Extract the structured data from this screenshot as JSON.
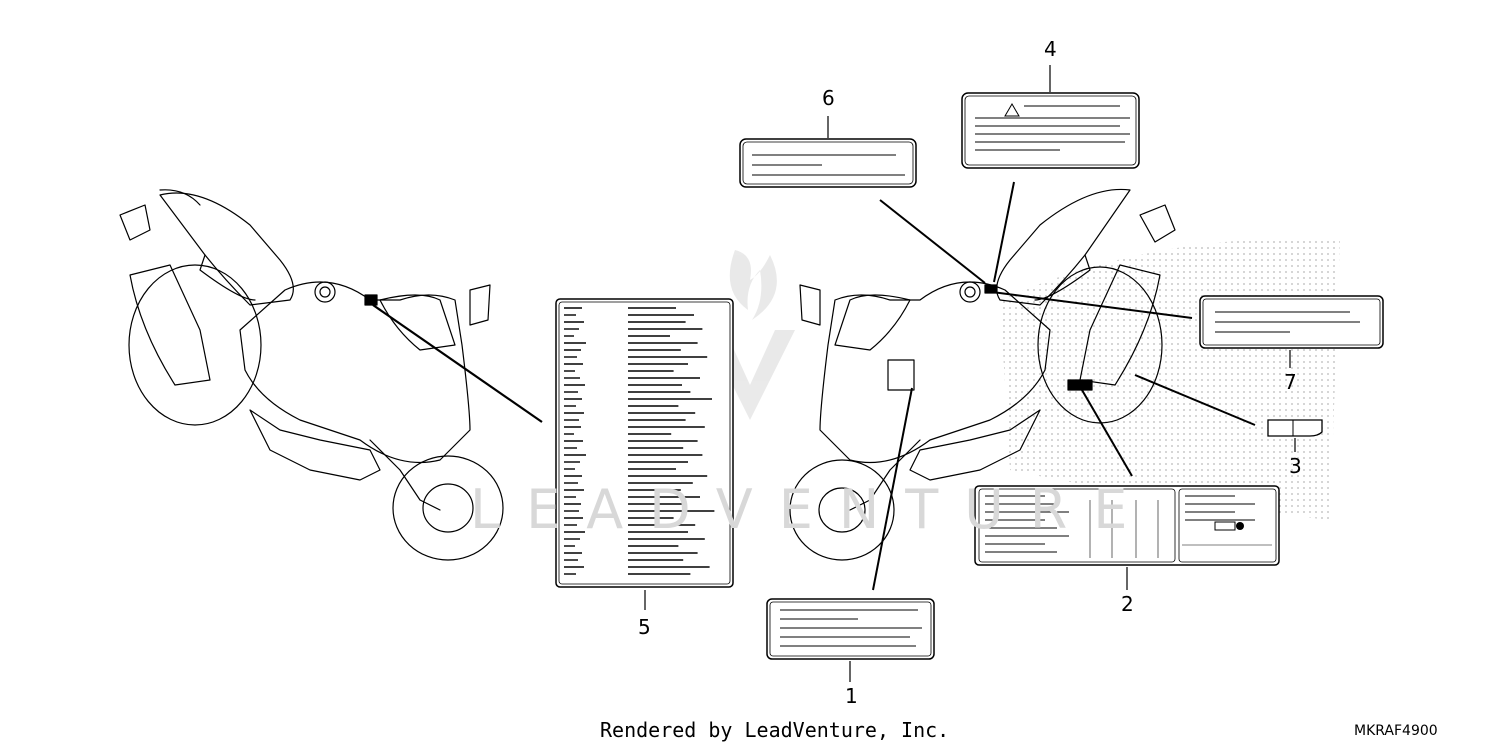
{
  "diagram": {
    "callouts": [
      {
        "id": "1",
        "label": "1"
      },
      {
        "id": "2",
        "label": "2"
      },
      {
        "id": "3",
        "label": "3"
      },
      {
        "id": "4",
        "label": "4"
      },
      {
        "id": "5",
        "label": "5"
      },
      {
        "id": "6",
        "label": "6"
      },
      {
        "id": "7",
        "label": "7"
      }
    ],
    "footer_text": "Rendered by LeadVenture, Inc.",
    "diagram_code": "MKRAF4900",
    "watermark_text": "LEADVENTURE"
  }
}
